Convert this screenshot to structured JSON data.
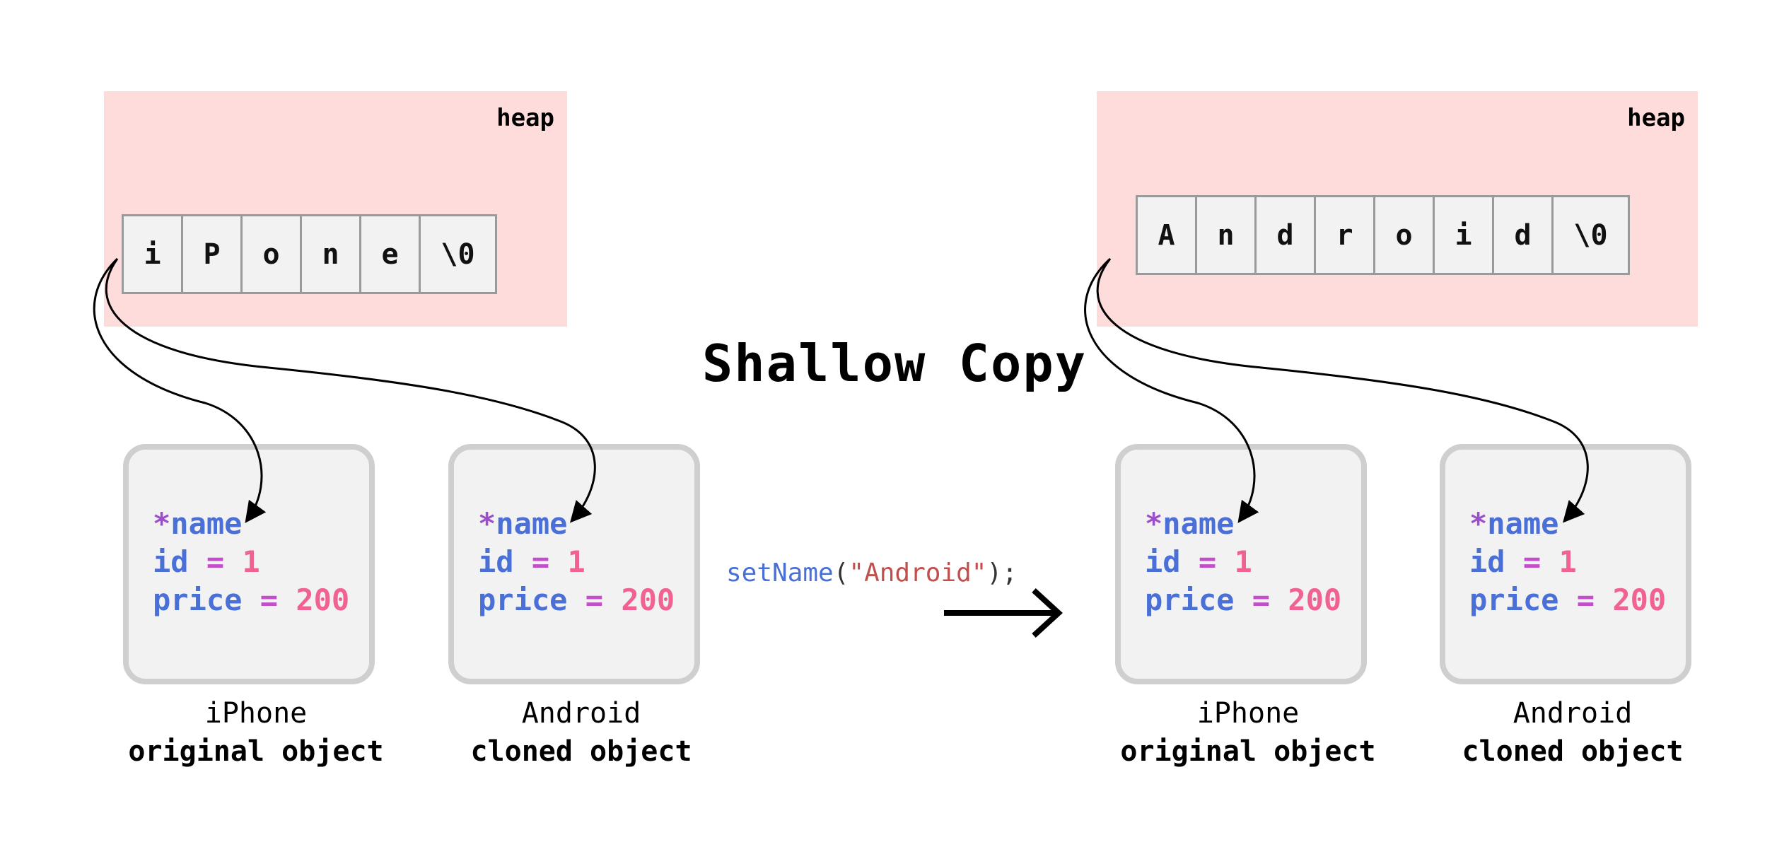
{
  "title": "Shallow Copy",
  "method_call": {
    "name": "setName",
    "open": "(",
    "arg": "\"Android\"",
    "close": ");"
  },
  "before": {
    "heap_label": "heap",
    "chars": [
      "i",
      "P",
      "o",
      "n",
      "e",
      "\\0"
    ],
    "objects": [
      {
        "fields": {
          "ptr": "*",
          "name": "name",
          "id_label": "id",
          "eq": "=",
          "id_value": "1",
          "price_label": "price",
          "price_value": "200"
        },
        "name_value": "iPhone",
        "role": "original object"
      },
      {
        "fields": {
          "ptr": "*",
          "name": "name",
          "id_label": "id",
          "eq": "=",
          "id_value": "1",
          "price_label": "price",
          "price_value": "200"
        },
        "name_value": "Android",
        "role": "cloned object"
      }
    ]
  },
  "after": {
    "heap_label": "heap",
    "chars": [
      "A",
      "n",
      "d",
      "r",
      "o",
      "i",
      "d",
      "\\0"
    ],
    "objects": [
      {
        "fields": {
          "ptr": "*",
          "name": "name",
          "id_label": "id",
          "eq": "=",
          "id_value": "1",
          "price_label": "price",
          "price_value": "200"
        },
        "name_value": "iPhone",
        "role": "original object"
      },
      {
        "fields": {
          "ptr": "*",
          "name": "name",
          "id_label": "id",
          "eq": "=",
          "id_value": "1",
          "price_label": "price",
          "price_value": "200"
        },
        "name_value": "Android",
        "role": "cloned object"
      }
    ]
  },
  "colors": {
    "heap_bg": "#ffdcdc",
    "pointer": "#9b4fc9",
    "field": "#4a6fd6",
    "number": "#f06292",
    "string": "#c0504d",
    "box_border": "#cfcfcf"
  }
}
